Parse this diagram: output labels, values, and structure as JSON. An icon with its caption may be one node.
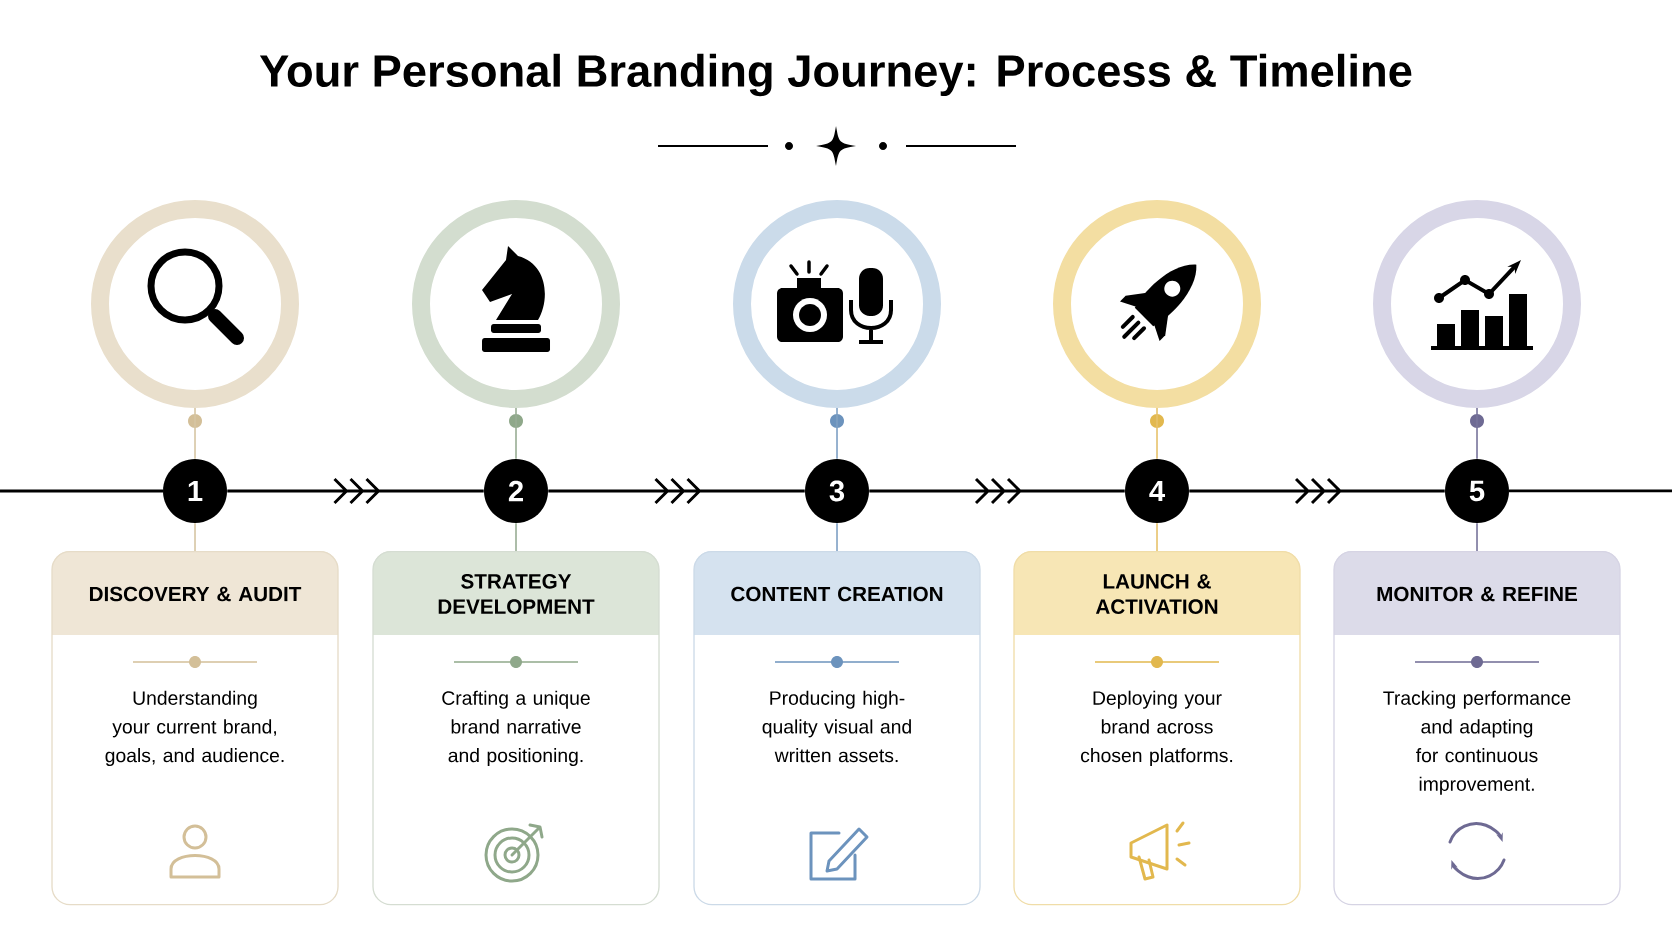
{
  "diagram": {
    "title": "Your Personal Branding Journey: Process & Timeline",
    "nodes": [
      {
        "text": [],
        "shape": "circle"
      },
      {
        "text": [],
        "shape": "circle"
      },
      {
        "text": [],
        "shape": "circle"
      },
      {
        "text": [],
        "shape": "circle"
      },
      {
        "text": [],
        "shape": "circle"
      },
      {
        "text": [
          "1"
        ]
      },
      {
        "text": [
          "2"
        ]
      },
      {
        "text": [
          "3"
        ]
      },
      {
        "text": [
          "4"
        ]
      },
      {
        "text": [
          "5"
        ]
      },
      {
        "text": [
          "DISCOVERY & AUDIT",
          "Understanding your current brand, goals, and audience."
        ]
      },
      {
        "text": [
          "STRATEGY DEVELOPMENT",
          "Crafting a unique brand narrative and positioning."
        ]
      },
      {
        "text": [
          "CONTENT CREATION",
          "Producing high-quality visual and written assets."
        ]
      },
      {
        "text": [
          "LAUNCH & ACTIVATION",
          "Deploying your brand across chosen platforms."
        ]
      },
      {
        "text": [
          "MONITOR & REFINE",
          "Tracking performance and adapting for continuous improvement."
        ]
      }
    ],
    "edges": [
      {
        "from": 0,
        "to": 5,
        "arrow": "none",
        "color": "#d6c5a3"
      },
      {
        "from": 1,
        "to": 6,
        "arrow": "none",
        "color": "#98ad94"
      },
      {
        "from": 2,
        "to": 7,
        "arrow": "none",
        "color": "#7e9fc4"
      },
      {
        "from": 3,
        "to": 8,
        "arrow": "none",
        "color": "#e7c26a"
      },
      {
        "from": 4,
        "to": 9,
        "arrow": "none",
        "color": "#77739b"
      },
      {
        "from": 5,
        "to": 10,
        "arrow": "none",
        "color": "#d6c5a3"
      },
      {
        "from": 6,
        "to": 11,
        "arrow": "none",
        "color": "#98ad94"
      },
      {
        "from": 7,
        "to": 12,
        "arrow": "none",
        "color": "#7e9fc4"
      },
      {
        "from": 8,
        "to": 13,
        "arrow": "none",
        "color": "#e7c26a"
      },
      {
        "from": 9,
        "to": 14,
        "arrow": "none",
        "color": "#77739b"
      },
      {
        "from": 5,
        "to": 6,
        "arrow": "to"
      },
      {
        "from": 6,
        "to": 7,
        "arrow": "to"
      },
      {
        "from": 7,
        "to": 8,
        "arrow": "to"
      },
      {
        "from": 8,
        "to": 9,
        "arrow": "to"
      }
    ]
  }
}
